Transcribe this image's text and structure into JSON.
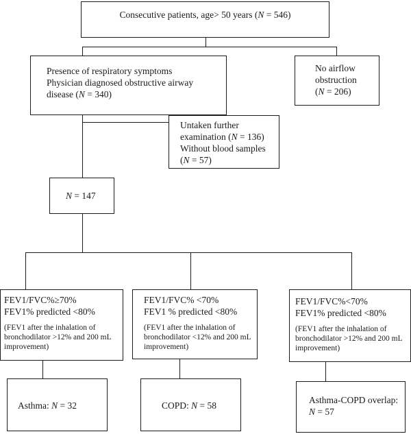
{
  "nodes": {
    "root": {
      "text": "Consecutive patients, age> 50 years (N = 546)"
    },
    "symptoms": {
      "line1": "Presence of respiratory symptoms",
      "line2": "Physician diagnosed obstructive airway",
      "line3": "disease (N = 340)"
    },
    "no_obstruction": {
      "line1": "No airflow",
      "line2": "obstruction",
      "line3": "(N = 206)"
    },
    "excluded": {
      "line1": "Untaken further",
      "line2": "examination (N = 136)",
      "line3": "Without blood samples",
      "line4": "(N = 57)"
    },
    "n147": {
      "text": "N = 147"
    },
    "criteria_asthma": {
      "line1": "FEV1/FVC%≥70%",
      "line2": "FEV1% predicted <80%",
      "note": "(FEV1 after the inhalation of bronchodilator  >12% and 200 mL improvement)"
    },
    "criteria_copd": {
      "line1": "FEV1/FVC% <70%",
      "line2": "FEV1 % predicted <80%",
      "note": "(FEV1 after the inhalation of bronchodilator  <12% and 200 mL improvement)"
    },
    "criteria_overlap": {
      "line1": "FEV1/FVC%<70%",
      "line2": "FEV1% predicted  <80%",
      "note": "(FEV1 after the inhalation of bronchodilator >12% and 200 mL improvement)"
    },
    "outcome_asthma": {
      "text": "Asthma: N = 32"
    },
    "outcome_copd": {
      "text": "COPD: N = 58"
    },
    "outcome_overlap": {
      "line1": "Asthma-COPD overlap:",
      "line2": "N = 57"
    }
  }
}
